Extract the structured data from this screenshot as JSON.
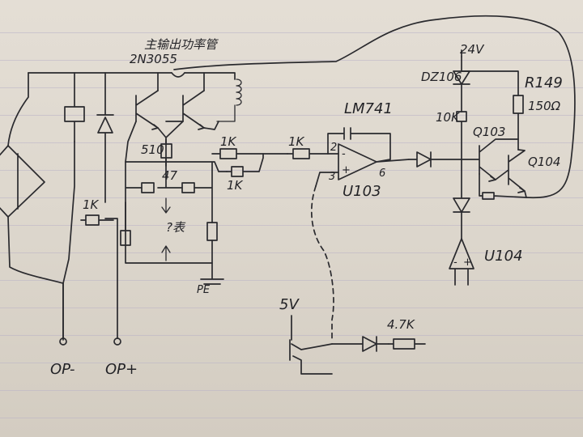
{
  "labels": {
    "power_transistor_note": "主输出功率管",
    "transistor_part": "2N3055",
    "supply_24v": "24V",
    "zener": "DZ106",
    "resistor_r149": "R149",
    "r149_value": "150Ω",
    "opamp_part": "LM741",
    "res_1k_a": "1K",
    "res_1k_b": "1K",
    "res_1k_c": "1K",
    "res_1k_d": "1K",
    "res_10k": "10K",
    "res_510": "510",
    "res_47": "47",
    "res_4_7k": "4.7K",
    "q103": "Q103",
    "q104": "Q104",
    "u103": "U103",
    "u104": "U104",
    "meter_note": "?表",
    "supply_5v": "5V",
    "pin2": "2",
    "pin3": "3",
    "pin6": "6",
    "minus": "-",
    "plus": "+",
    "u104_minus": "-",
    "u104_plus": "+",
    "ground_mark": "PE",
    "out_minus": "OP-",
    "out_plus": "OP+"
  }
}
